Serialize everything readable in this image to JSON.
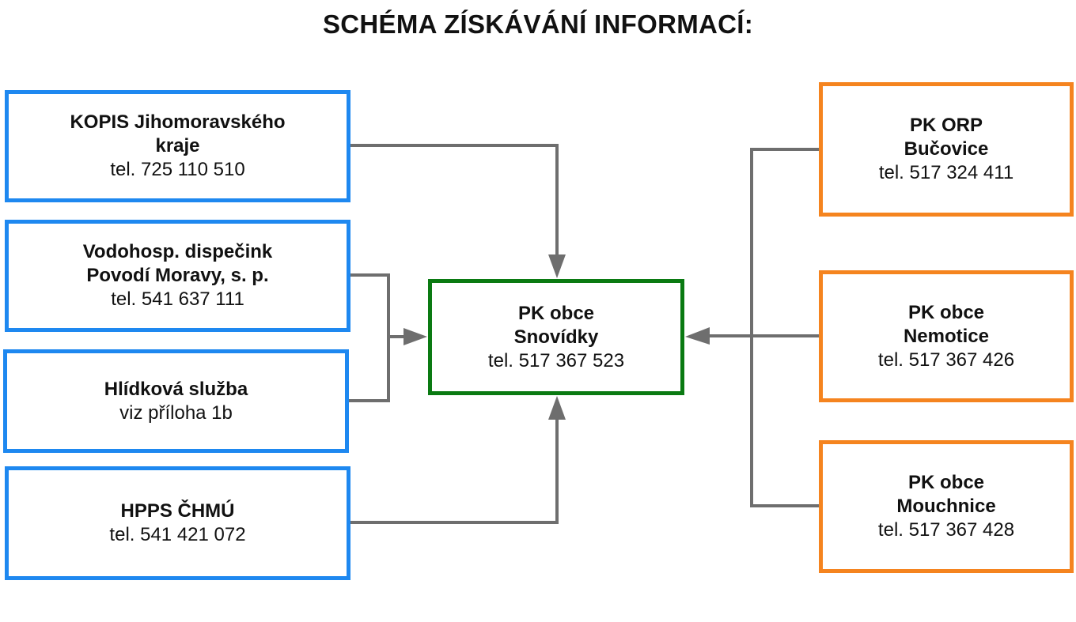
{
  "title": "SCHÉMA ZÍSKÁVÁNÍ INFORMACÍ:",
  "colors": {
    "source_border": "#1e88f0",
    "center_border": "#0a7a12",
    "neighbor_border": "#f5841f",
    "connector": "#6e6e6e"
  },
  "boxes": {
    "kopis": {
      "name_line1": "KOPIS  Jihomoravského",
      "name_line2": "kraje",
      "phone": "tel. 725 110 510"
    },
    "vodo": {
      "name_line1": "Vodohosp. dispečink",
      "name_line2": "Povodí Moravy, s. p.",
      "phone": "tel. 541 637 111"
    },
    "hlidka": {
      "name_line1": "Hlídková služba",
      "note": "viz příloha 1b"
    },
    "hpps": {
      "name_line1": "HPPS ČHMÚ",
      "phone": "tel. 541 421 072"
    },
    "center": {
      "name_line1": "PK obce",
      "name_line2": "Snovídky",
      "phone": "tel. 517 367 523"
    },
    "orp": {
      "name_line1": "PK ORP",
      "name_line2": "Bučovice",
      "phone": "tel. 517 324 411"
    },
    "nemotice": {
      "name_line1": "PK obce",
      "name_line2": "Nemotice",
      "phone": "tel. 517 367 426"
    },
    "mouchnice": {
      "name_line1": "PK obce",
      "name_line2": "Mouchnice",
      "phone": "tel. 517 367 428"
    }
  }
}
